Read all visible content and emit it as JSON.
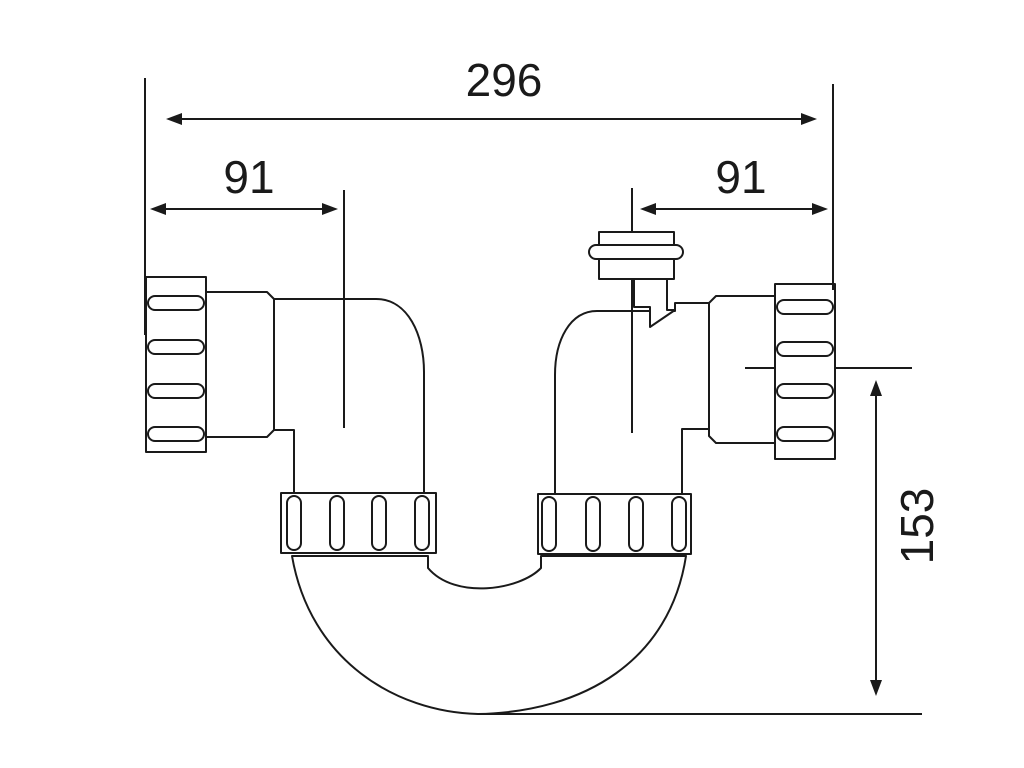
{
  "dimensions": {
    "overall_width": "296",
    "left_offset": "91",
    "right_offset": "91",
    "height": "153"
  }
}
